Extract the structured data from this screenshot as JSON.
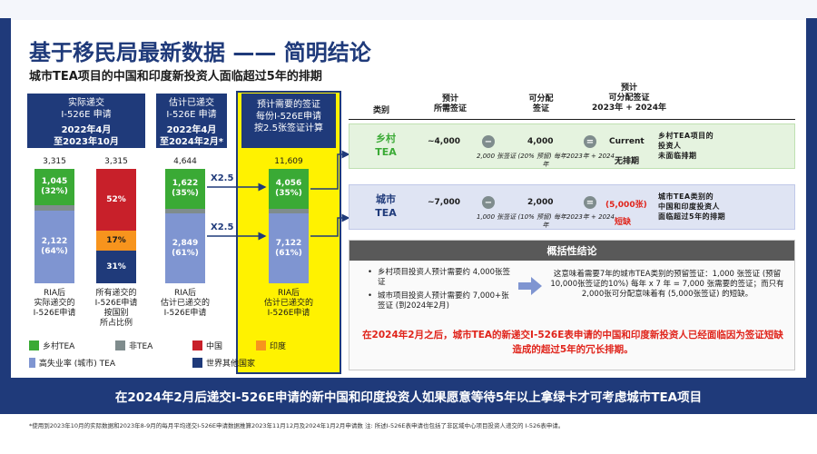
{
  "title": "基于移民局最新数据 —— 简明结论",
  "subtitle": "城市TEA项目的中国和印度新投资人面临超过5年的排期",
  "col_headers": [
    {
      "line1": "实际递交",
      "line2": "I-526E 申请",
      "line3": "2022年4月",
      "line4": "至2023年10月"
    },
    {
      "line1": "估计已递交",
      "line2": "I-526E 申请",
      "line3": "2022年4月",
      "line4": "至2024年2月*"
    },
    {
      "line1": "预计需要的签证",
      "line2": "每份I-526E申请",
      "line3": "按2.5张签证计算"
    }
  ],
  "bars": {
    "actual": {
      "total": "3,315",
      "top": "1,045",
      "top_pct": "(32%)",
      "bottom": "2,122",
      "bottom_pct": "(64%)"
    },
    "country": {
      "total": "3,315",
      "china": "52%",
      "india": "17%",
      "rest": "31%"
    },
    "estimated": {
      "total": "4,644",
      "top": "1,622",
      "top_pct": "(35%)",
      "bottom": "2,849",
      "bottom_pct": "(61%)"
    },
    "visas": {
      "total": "11,609",
      "top": "4,056",
      "top_pct": "(35%)",
      "bottom": "7,122",
      "bottom_pct": "(61%)"
    }
  },
  "multiplier": "X2.5",
  "col_labels": [
    "RIA后\n实际递交的\nI-526E申请",
    "所有递交的\nI-526E申请\n按国别\n所占比例",
    "RIA后\n估计已递交的\nI-526E申请",
    "RIA后\n估计已递交的\nI-526E申请"
  ],
  "legend": {
    "rural": "乡村TEA",
    "non": "非TEA",
    "china": "中国",
    "india": "印度",
    "urban": "高失业率 (城市) TEA",
    "world": "世界其他国家"
  },
  "table_headers": {
    "category": "类别",
    "need": "预计\n所需签证",
    "avail": "可分配\n签证",
    "alloc": "预计\n可分配签证\n2023年 + 2024年"
  },
  "rows": [
    {
      "cat1": "乡村",
      "cat2": "TEA",
      "need": "~4,000",
      "avail": "4,000",
      "avail_note": "2,000 张签证 (20% 预留) 每年2023年 + 2024年",
      "result": "Current",
      "result2": "无排期",
      "concl": "乡村TEA项目的\n投资人\n未面临排期"
    },
    {
      "cat1": "城市",
      "cat2": "TEA",
      "need": "~7,000",
      "avail": "2,000",
      "avail_note": "1,000 张签证 (10% 预留) 每年2023年 + 2024年",
      "result": "(5,000张)",
      "result2": "短缺",
      "concl": "城市TEA类别的\n中国和印度投资人\n面临超过5年的排期"
    }
  ],
  "summary": {
    "heading": "概括性结论",
    "bullet1": "乡村项目投资人预计需要约 4,000张签证",
    "bullet2": "城市项目投资人预计需要约 7,000+张签证 (到2024年2月)",
    "right": "这意味着需要7年的城市TEA类别的预留签证：1,000 张签证 (预留10,000张签证的10%) 每年 x 7 年 = 7,000 张需要的签证；而只有 2,000张可分配意味着有 (5,000张签证) 的短缺。",
    "red": "在2024年2月之后，城市TEA的新递交I-526E表申请的中国和印度新投资人已经面临因为签证短缺造成的超过5年的冗长排期。"
  },
  "banner": "在2024年2月后递交I-526E申请的新中国和印度投资人如果愿意等待5年以上拿绿卡才可考虑城市TEA项目",
  "footnote": "*使用到2023年10月的实际数据和2023年8-9月的每月平均递交I-526E申请数据推算2023年11月12月及2024年1月2月申请数 注: 所述I-526E表申请也包括了非区域中心项目投资人递交的 I-526表申请。",
  "colors": {
    "navy": "#1f3a7a",
    "green": "#3aaa35",
    "blue": "#7f95d1",
    "red": "#c8202a",
    "orange": "#f7941d",
    "darknavy": "#1f3a7a",
    "yellow": "#fff200"
  }
}
